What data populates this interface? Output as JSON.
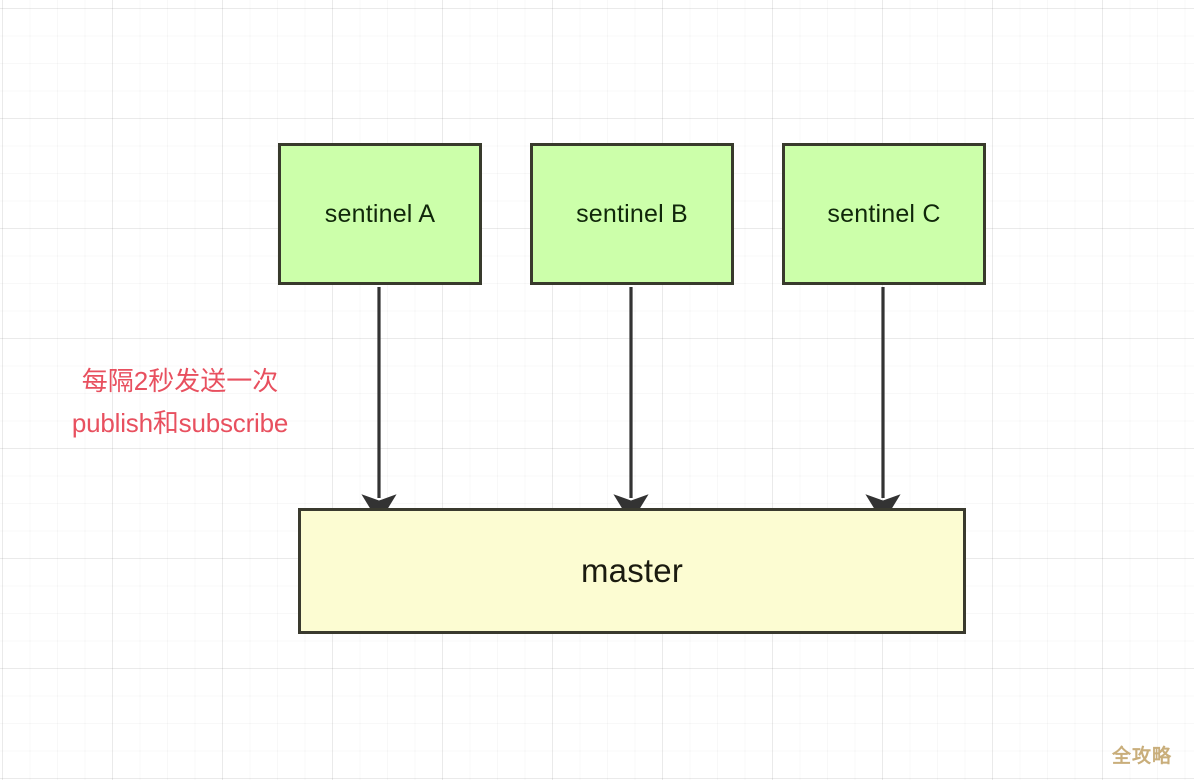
{
  "diagram": {
    "title": "Redis Sentinel publish/subscribe to master",
    "background": {
      "color": "#ffffff",
      "grid": "light-grid"
    },
    "nodes": [
      {
        "id": "sentinel-a",
        "label": "sentinel A",
        "fill": "#ccffaa",
        "stroke": "#383a2c",
        "text_color": "#10270a"
      },
      {
        "id": "sentinel-b",
        "label": "sentinel B",
        "fill": "#ccffaa",
        "stroke": "#383a2c",
        "text_color": "#10270a"
      },
      {
        "id": "sentinel-c",
        "label": "sentinel C",
        "fill": "#ccffaa",
        "stroke": "#383a2c",
        "text_color": "#10270a"
      },
      {
        "id": "master",
        "label": "master",
        "fill": "#fcfcd2",
        "stroke": "#3a3a2e",
        "text_color": "#1b1b10"
      }
    ],
    "edges": [
      {
        "id": "edge-a-master",
        "from": "sentinel-a",
        "to": "master",
        "style": "solid-arrow",
        "color": "#333333"
      },
      {
        "id": "edge-b-master",
        "from": "sentinel-b",
        "to": "master",
        "style": "solid-arrow",
        "color": "#333333"
      },
      {
        "id": "edge-c-master",
        "from": "sentinel-c",
        "to": "master",
        "style": "solid-arrow",
        "color": "#333333"
      }
    ],
    "annotation": {
      "line1": "每隔2秒发送一次",
      "line2": "publish和subscribe",
      "color": "#e8505f"
    },
    "watermark": {
      "text": "全攻略",
      "color": "#c9ae7b"
    }
  }
}
